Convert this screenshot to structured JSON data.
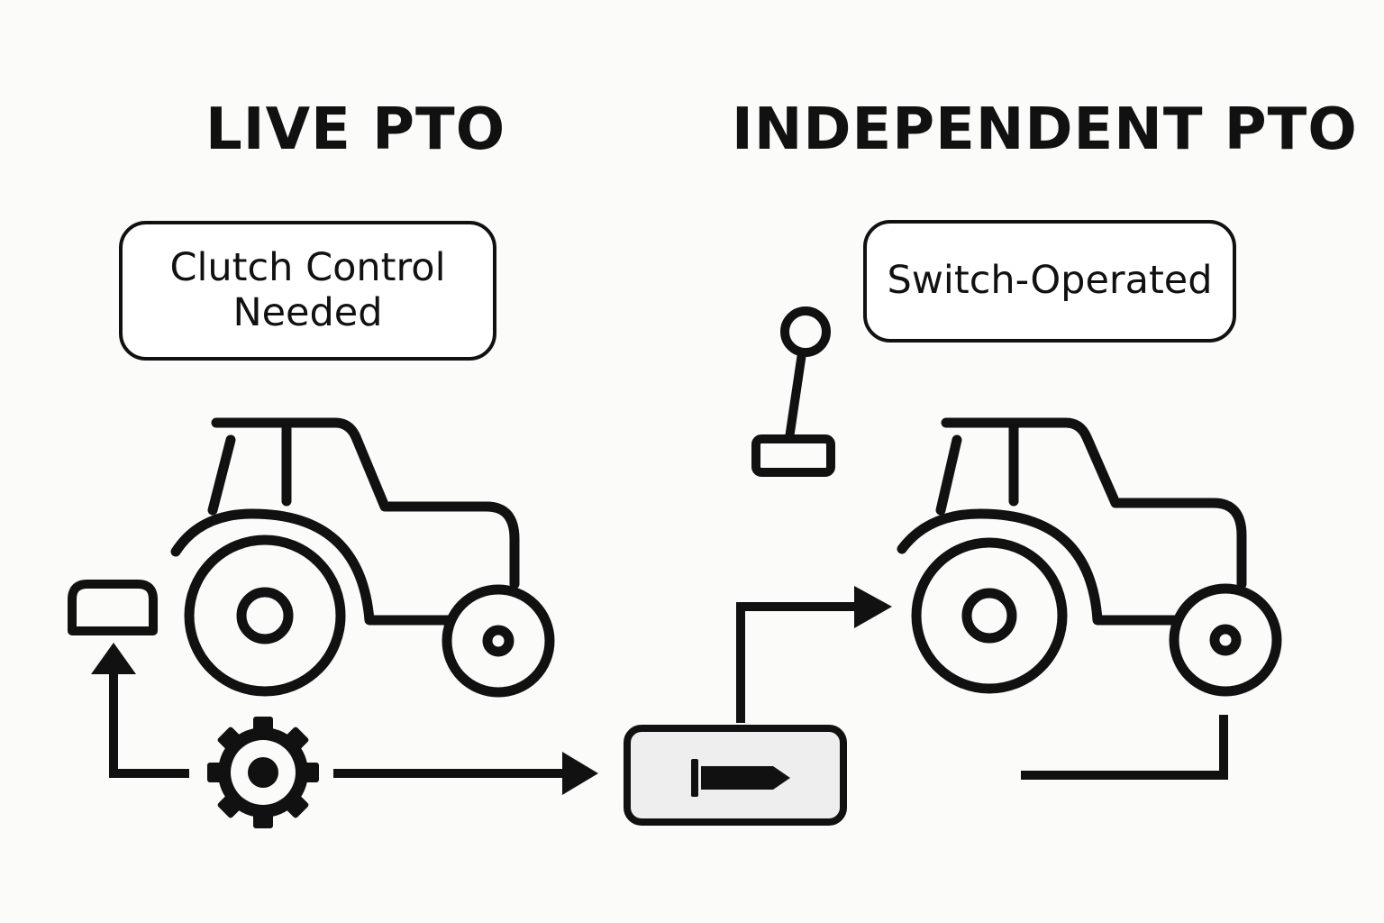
{
  "headings": {
    "live": "LIVE PTO",
    "independent": "INDEPENDENT PTO"
  },
  "labels": {
    "live_line1": "Clutch Control",
    "live_line2": "Needed",
    "independent": "Switch-Operated"
  },
  "colors": {
    "ink": "#111111",
    "background": "#fbfbfa",
    "module_fill": "#eeeeee"
  },
  "icons": [
    "tractor-icon",
    "tractor-icon",
    "gear-icon",
    "clutch-pedal-icon",
    "control-lever-icon",
    "pto-shaft-icon"
  ]
}
